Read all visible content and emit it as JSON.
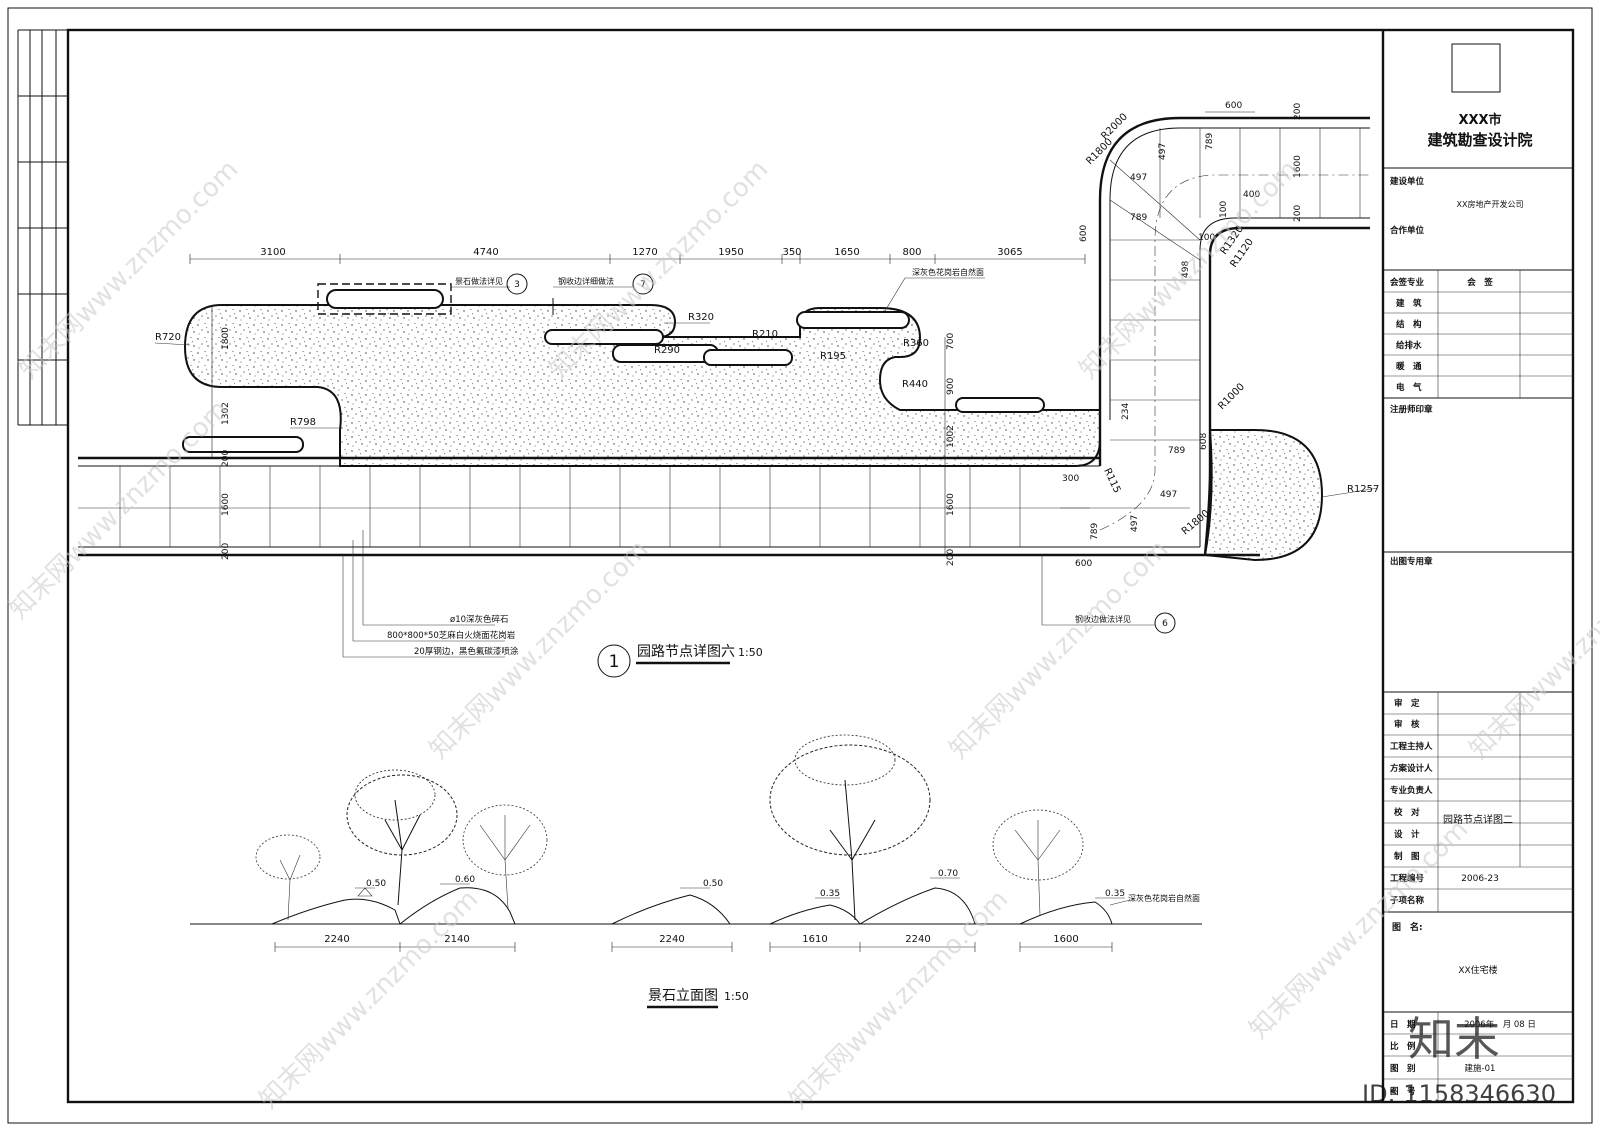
{
  "title_block": {
    "institute_line1": "XXX市",
    "institute_line2": "建筑勘查设计院",
    "construction_unit_label": "建设单位",
    "construction_unit_value": "XX房地产开发公司",
    "cooperation_unit_label": "合作单位",
    "countersign_major": "会签专业",
    "countersign": "会　签",
    "disciplines": [
      "建　筑",
      "结　构",
      "给排水",
      "暖　通",
      "电　气"
    ],
    "engineer_seal": "注册师印章",
    "drawing_seal": "出图专用章",
    "roles": [
      "审　定",
      "审　核",
      "工程主持人",
      "方案设计人",
      "专业负责人",
      "校　对",
      "设　计",
      "制　图"
    ],
    "drawing_title": "园路节点详图二",
    "project_no_label": "工程编号",
    "project_no_value": "2006-23",
    "subitem_label": "子项名称",
    "drawing_name_label": "图　名:",
    "drawing_name_value": "XX住宅楼",
    "date_label": "日　期",
    "date_value": "2006年　月 08 日",
    "scale_label": "比　例",
    "category_label": "图　别",
    "category_value": "建施-01",
    "sheet_label": "图　号"
  },
  "plan": {
    "title": "园路节点详图六",
    "number": "1",
    "scale": "1:50",
    "dims_top": [
      "3100",
      "4740",
      "1270",
      "1950",
      "350",
      "1650",
      "800",
      "3065"
    ],
    "radii": [
      "R720",
      "R798",
      "R320",
      "R210",
      "R290",
      "R195",
      "R360",
      "R440",
      "R2000",
      "R1800",
      "R1320",
      "R1120",
      "R1000",
      "R1257",
      "R1800",
      "R115"
    ],
    "dims_misc": [
      "1800",
      "1302",
      "200",
      "1600",
      "200",
      "700",
      "900",
      "1002",
      "600",
      "497",
      "789",
      "789",
      "497",
      "400",
      "100",
      "498",
      "100",
      "789",
      "608",
      "497",
      "497",
      "789",
      "300",
      "600",
      "200",
      "1600",
      "200",
      "200",
      "234",
      "1600"
    ],
    "callouts": [
      {
        "text": "景石做法详见",
        "ref": "3"
      },
      {
        "text": "钢收边详细做法",
        "ref": "7"
      },
      {
        "text": "深灰色花岗岩自然面"
      },
      {
        "text": "ø10深灰色碎石"
      },
      {
        "text": "800*800*50芝麻白火烧面花岗岩"
      },
      {
        "text": "20厚钢边，黑色氟碳漆喷涂"
      },
      {
        "text": "钢收边做法详见",
        "ref": "6"
      }
    ]
  },
  "elevation": {
    "title": "景石立面图",
    "scale": "1:50",
    "heights": [
      "0.50",
      "0.60",
      "0.50",
      "0.35",
      "0.70",
      "0.35"
    ],
    "dims": [
      "2240",
      "2140",
      "2240",
      "1610",
      "2240",
      "1600"
    ],
    "note": "深灰色花岗岩自然面"
  },
  "watermark": {
    "text": "知末网www.znzmo.com",
    "brand": "知末",
    "id": "ID: 1158346630"
  }
}
